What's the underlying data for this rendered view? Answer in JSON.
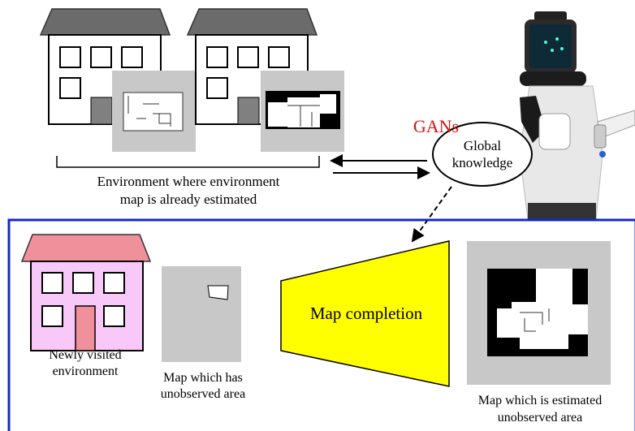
{
  "labels": {
    "gans": "GANs",
    "global_knowledge_line1": "Global",
    "global_knowledge_line2": "knowledge",
    "known_env_line1": "Environment where environment",
    "known_env_line2": "map is already estimated",
    "map_completion": "Map completion",
    "new_env_line1": "Newly visited",
    "new_env_line2": "environment",
    "unobserved_line1": "Map which has",
    "unobserved_line2": "unobserved area",
    "estimated_line1": "Map which is estimated",
    "estimated_line2": "unobserved area"
  },
  "colors": {
    "house_gray_roof": "#6b6b6b",
    "house_pink_roof": "#f0909a",
    "house_pink_body": "#f8c8f8",
    "house_pink_door": "#f0909a",
    "panel_border": "#1428c8",
    "trapezoid": "#ffff00",
    "gans_text": "#e01010",
    "map_bg": "#c8c8c8"
  }
}
